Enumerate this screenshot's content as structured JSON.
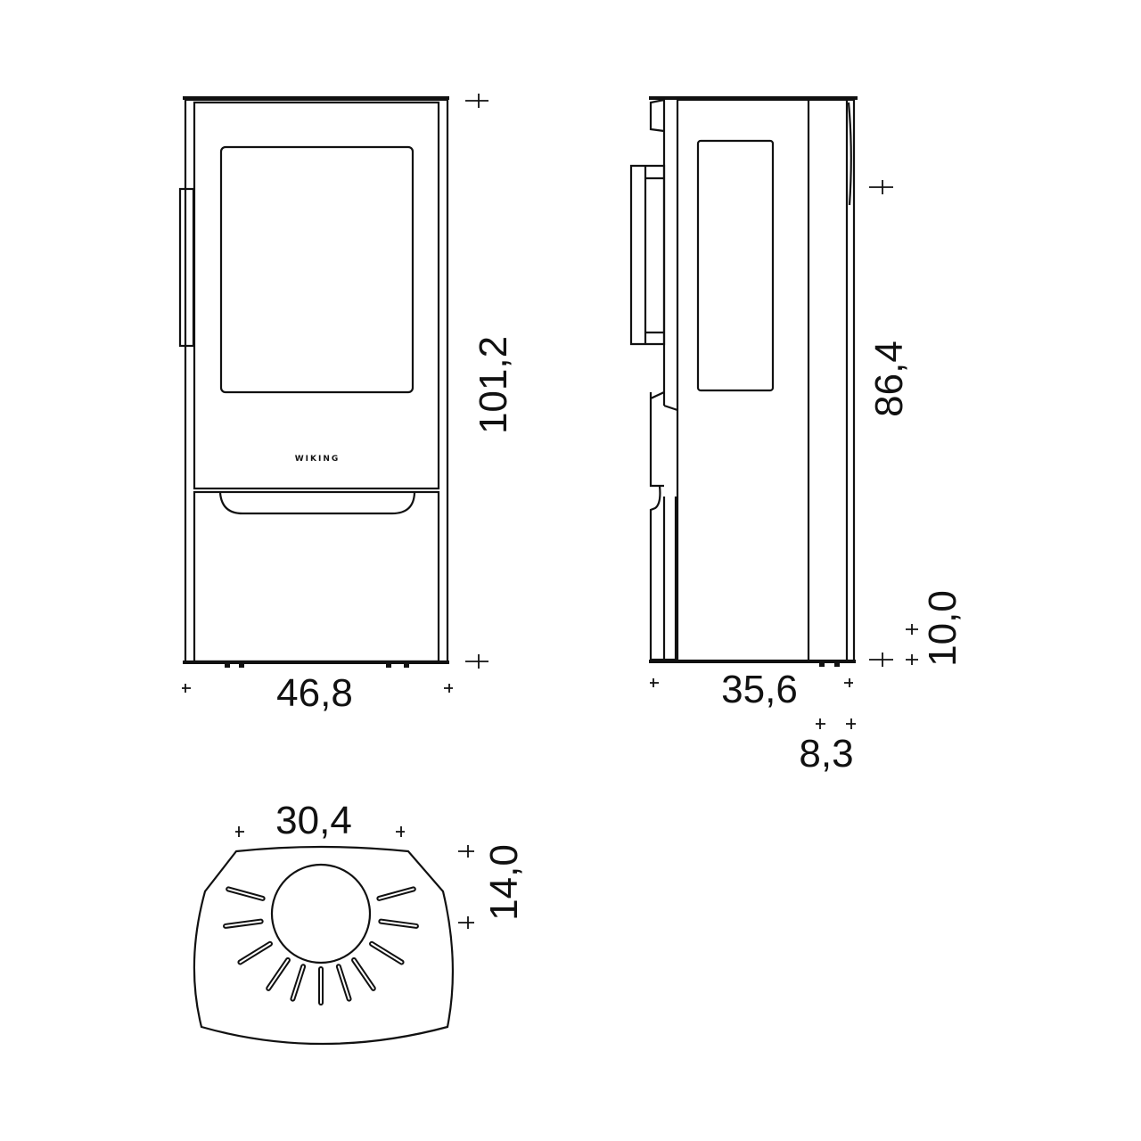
{
  "brand": "WIKING",
  "front_view": {
    "height_label": "101,2",
    "width_label": "46,8"
  },
  "side_view": {
    "height_label": "86,4",
    "depth_label": "35,6",
    "offset_label": "8,3",
    "base_height_label": "10,0"
  },
  "top_view": {
    "outlet_width_label": "30,4",
    "outlet_offset_label": "14,0"
  }
}
